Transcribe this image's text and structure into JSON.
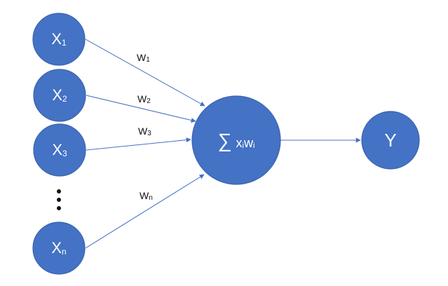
{
  "inputs": [
    {
      "base": "X",
      "sub": "1"
    },
    {
      "base": "X",
      "sub": "2"
    },
    {
      "base": "X",
      "sub": "3"
    },
    {
      "base": "X",
      "sub": "n"
    }
  ],
  "weights": [
    {
      "base": "W",
      "sub": "1"
    },
    {
      "base": "W",
      "sub": "2"
    },
    {
      "base": "W",
      "sub": "3"
    },
    {
      "base": "W",
      "sub": "n"
    }
  ],
  "sum_node": {
    "sigma": "∑",
    "x": "x",
    "x_sub": "i",
    "w": "w",
    "w_sub": "i"
  },
  "output_node": {
    "label": "Y"
  },
  "colors": {
    "node_fill": "#4472C4",
    "edge": "#4472C4"
  }
}
